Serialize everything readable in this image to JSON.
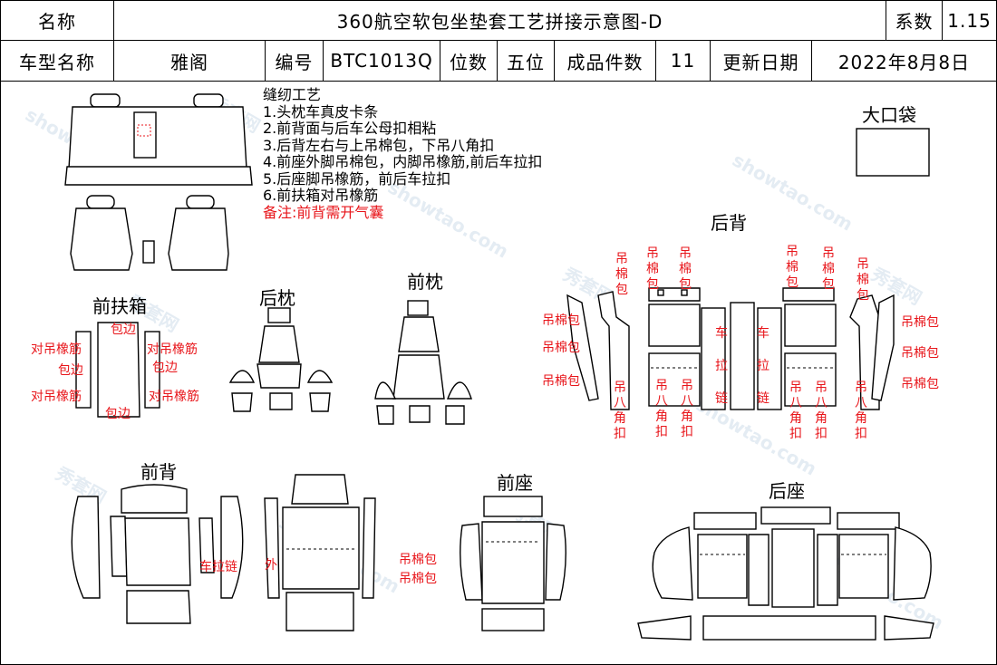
{
  "header": {
    "name_label": "名称",
    "title": "360航空软包坐垫套工艺拼接示意图-D",
    "coef_label": "系数",
    "coef_value": "1.15",
    "model_label": "车型名称",
    "model_value": "雅阁",
    "code_label": "编号",
    "code_value": "BTC1013Q",
    "seats_label": "位数",
    "seats_value": "五位",
    "pieces_label": "成品件数",
    "pieces_value": "11",
    "date_label": "更新日期",
    "date_value": "2022年8月8日"
  },
  "process": {
    "heading": "缝纫工艺",
    "steps": [
      "1.头枕车真皮卡条",
      "2.前背面与后车公母扣相粘",
      "3.后背左右与上吊棉包，下吊八角扣",
      "4.前座外脚吊棉包，内脚吊橡筋,前后车拉扣",
      "5.后座脚吊橡筋，前后车拉扣",
      "6.前扶箱对吊橡筋"
    ],
    "note": "备注:前背需开气囊"
  },
  "sections": {
    "big_bag": "大口袋",
    "rear_back": "后背",
    "front_armrest": "前扶箱",
    "rear_pillow": "后枕",
    "front_pillow": "前枕",
    "front_back": "前背",
    "front_seat": "前座",
    "rear_seat": "后座"
  },
  "annotations": {
    "hang_elastic": "对吊橡筋",
    "edge_wrap": "包边",
    "hang_cotton": "吊棉包",
    "hang_cotton_v": "吊棉包",
    "hang_octagon_v": "吊八角扣",
    "car_zipper_v": "车拉链",
    "car_zipper": "车拉链",
    "outer": "外"
  },
  "watermark": [
    "秀套网",
    "showtao.com"
  ]
}
